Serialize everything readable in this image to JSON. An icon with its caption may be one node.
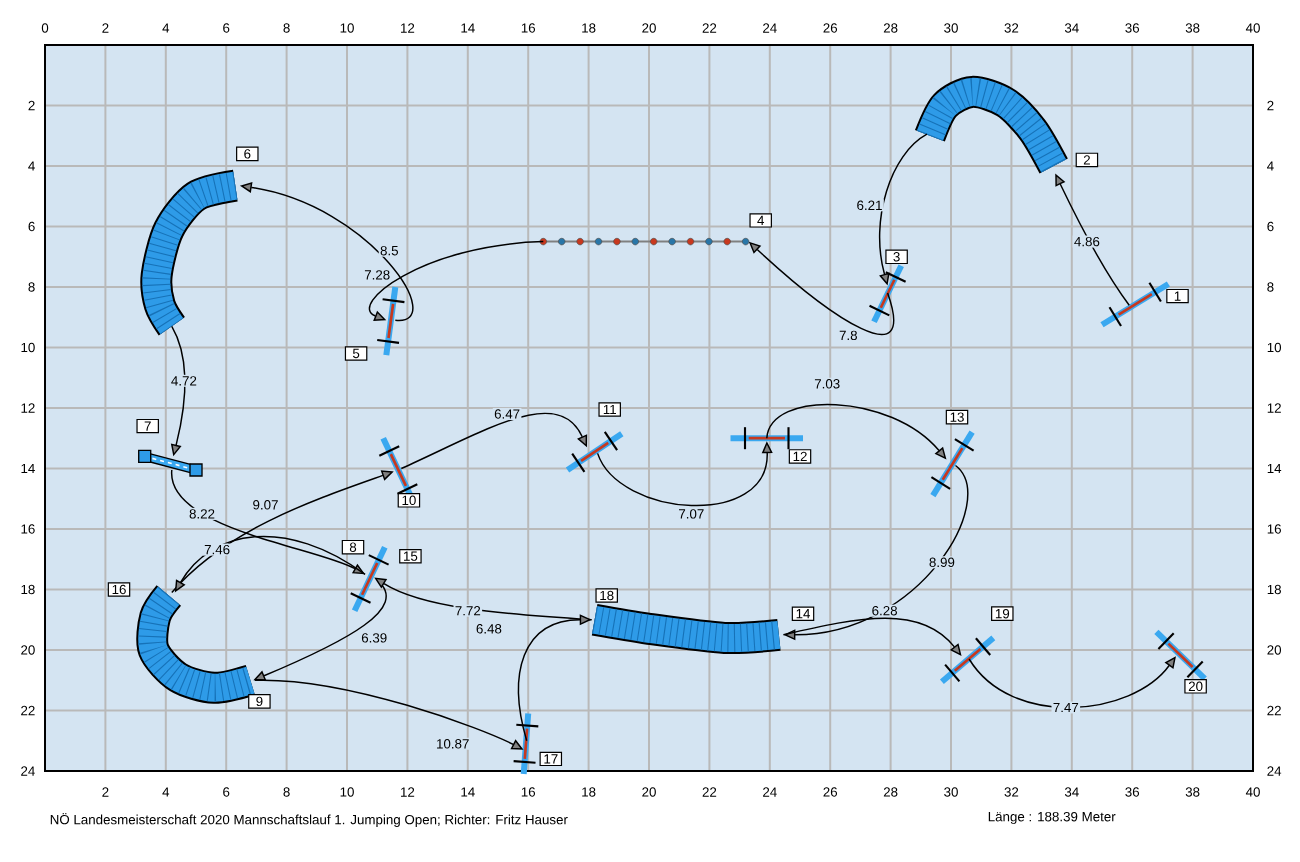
{
  "diagram": {
    "nodes": [
      {
        "text": [
          "1"
        ]
      },
      {
        "text": [
          "2"
        ]
      },
      {
        "text": [
          "3"
        ]
      },
      {
        "text": [
          "4"
        ]
      },
      {
        "text": [
          "5"
        ]
      },
      {
        "text": [
          "6"
        ]
      },
      {
        "text": [
          "7"
        ]
      },
      {
        "text": [
          "8",
          "15"
        ]
      },
      {
        "text": [
          "16",
          "9"
        ]
      },
      {
        "text": [
          "10"
        ]
      },
      {
        "text": [
          "11"
        ]
      },
      {
        "text": [
          "12"
        ]
      },
      {
        "text": [
          "13"
        ]
      },
      {
        "text": [
          "18",
          "14"
        ]
      },
      {
        "text": [
          "17"
        ]
      },
      {
        "text": [
          "19"
        ]
      },
      {
        "text": [
          "20"
        ]
      }
    ],
    "edges": [
      {
        "from": 0,
        "to": 1,
        "arrow": "to",
        "label": "4.86"
      },
      {
        "from": 1,
        "to": 2,
        "arrow": "to",
        "label": "6.21"
      },
      {
        "from": 2,
        "to": 3,
        "arrow": "to",
        "label": "7.8"
      },
      {
        "from": 3,
        "to": 4,
        "arrow": "to",
        "label": "7.28"
      },
      {
        "from": 4,
        "to": 5,
        "arrow": "to",
        "label": "8.5"
      },
      {
        "from": 5,
        "to": 6,
        "arrow": "to",
        "label": "4.72"
      },
      {
        "from": 6,
        "to": 7,
        "arrow": "to",
        "label": "8.22"
      },
      {
        "from": 7,
        "to": 8,
        "arrow": "to",
        "label": "6.39"
      },
      {
        "from": 8,
        "to": 9,
        "arrow": "to",
        "label": "9.07"
      },
      {
        "from": 9,
        "to": 10,
        "arrow": "to",
        "label": "6.47"
      },
      {
        "from": 10,
        "to": 11,
        "arrow": "to",
        "label": "7.07"
      },
      {
        "from": 11,
        "to": 12,
        "arrow": "to",
        "label": "7.03"
      },
      {
        "from": 12,
        "to": 13,
        "arrow": "to",
        "label": "8.99"
      },
      {
        "from": 13,
        "to": 7,
        "arrow": "to",
        "label": "7.72"
      },
      {
        "from": 7,
        "to": 8,
        "arrow": "to",
        "label": "7.46"
      },
      {
        "from": 8,
        "to": 14,
        "arrow": "to",
        "label": "10.87"
      },
      {
        "from": 14,
        "to": 13,
        "arrow": "to",
        "label": "6.48"
      },
      {
        "from": 13,
        "to": 15,
        "arrow": "to",
        "label": "6.28"
      },
      {
        "from": 15,
        "to": 16,
        "arrow": "to",
        "label": "7.47"
      }
    ],
    "labels": [
      "0",
      "2",
      "4",
      "6",
      "8",
      "10",
      "12",
      "14",
      "16",
      "18",
      "20",
      "22",
      "24",
      "26",
      "28",
      "30",
      "32",
      "34",
      "36",
      "38",
      "40",
      "2",
      "4",
      "6",
      "8",
      "10",
      "12",
      "14",
      "16",
      "18",
      "20",
      "22",
      "24",
      "2",
      "4",
      "6",
      "8",
      "10",
      "12",
      "14",
      "16",
      "18",
      "20",
      "22",
      "24",
      "2",
      "4",
      "6",
      "8",
      "10",
      "12",
      "14",
      "16",
      "18",
      "20",
      "22",
      "24",
      "26",
      "28",
      "30",
      "32",
      "34",
      "36",
      "38",
      "40",
      "NÖ Landesmeisterschaft 2020 Mannschaftslauf 1. Jumping Open; Richter: Fritz Hauser",
      "Länge : 188.39 Meter"
    ]
  }
}
